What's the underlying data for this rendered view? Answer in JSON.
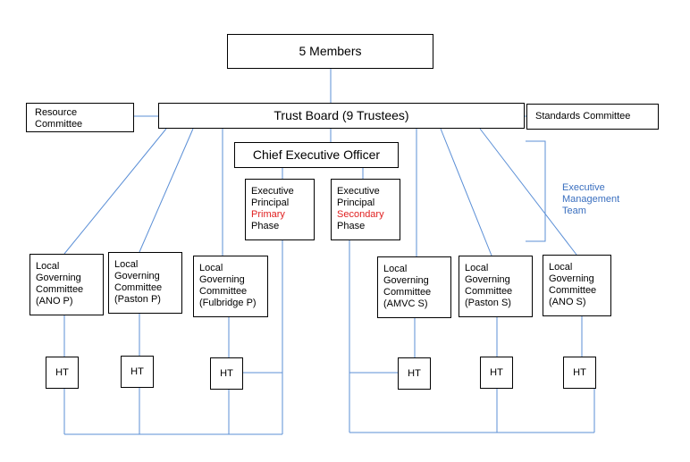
{
  "members": "5 Members",
  "trust_board": "Trust Board (9 Trustees)",
  "resource_committee": [
    "Resource",
    "Committee"
  ],
  "standards_committee": "Standards Committee",
  "ceo": "Chief Executive Officer",
  "executive_principal_primary": [
    "Executive",
    "Principal",
    "Primary",
    "Phase"
  ],
  "executive_principal_secondary": [
    "Executive",
    "Principal",
    "Secondary",
    "Phase"
  ],
  "executive_management_team": [
    "Executive",
    "Management",
    "Team"
  ],
  "local_governing_committees": [
    [
      "Local",
      "Governing",
      "Committee",
      "(ANO P)"
    ],
    [
      "Local",
      "Governing",
      "Committee",
      "(Paston P)"
    ],
    [
      "Local",
      "Governing",
      "Committee",
      "(Fulbridge P)"
    ],
    [
      "Local",
      "Governing",
      "Committee",
      "(AMVC S)"
    ],
    [
      "Local",
      "Governing",
      "Committee",
      "(Paston S)"
    ],
    [
      "Local",
      "Governing",
      "Committee",
      "(ANO S)"
    ]
  ],
  "ht": "HT",
  "colors": {
    "connector": "#5b8fd6",
    "highlight_text": "#e02020",
    "team_label": "#3a6fbf"
  }
}
